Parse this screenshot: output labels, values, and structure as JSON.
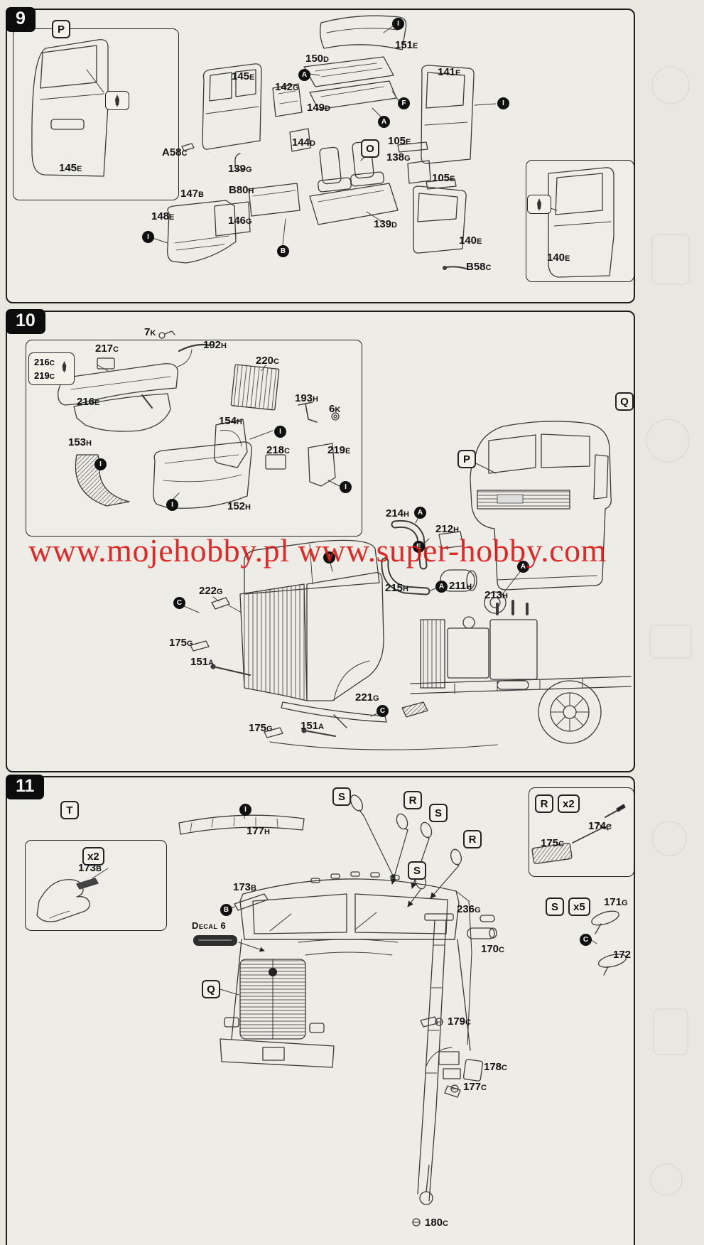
{
  "watermark": "www.mojehobby.pl www.super-hobby.com",
  "symbols": {
    "i": "I",
    "a": "A",
    "b": "B",
    "c": "C",
    "e": "E",
    "f": "F"
  },
  "step9": {
    "number": "9",
    "box_p": "P",
    "box_o": "O",
    "parts": {
      "p151e": {
        "num": "151",
        "suf": "E"
      },
      "p150d": {
        "num": "150",
        "suf": "D"
      },
      "p149d": {
        "num": "149",
        "suf": "D"
      },
      "p145e": {
        "num": "145",
        "suf": "E"
      },
      "p142g": {
        "num": "142",
        "suf": "G"
      },
      "p141e": {
        "num": "141",
        "suf": "E"
      },
      "p144d": {
        "num": "144",
        "suf": "D"
      },
      "pa58c": {
        "num": "A58",
        "suf": "C"
      },
      "p139g": {
        "num": "139",
        "suf": "G"
      },
      "p147b": {
        "num": "147",
        "suf": "B"
      },
      "pb80h": {
        "num": "B80",
        "suf": "H"
      },
      "p148e": {
        "num": "148",
        "suf": "E"
      },
      "p146g": {
        "num": "146",
        "suf": "G"
      },
      "p139d": {
        "num": "139",
        "suf": "D"
      },
      "p105e": {
        "num": "105",
        "suf": "E"
      },
      "p138g": {
        "num": "138",
        "suf": "G"
      },
      "p140e": {
        "num": "140",
        "suf": "E"
      },
      "pb58c": {
        "num": "B58",
        "suf": "C"
      }
    }
  },
  "step10": {
    "number": "10",
    "box_q": "Q",
    "box_p": "P",
    "parts": {
      "p7k": {
        "num": "7",
        "suf": "K"
      },
      "p192h": {
        "num": "192",
        "suf": "H"
      },
      "p217c": {
        "num": "217",
        "suf": "C"
      },
      "p216c": {
        "num": "216",
        "suf": "C"
      },
      "p219c": {
        "num": "219",
        "suf": "C"
      },
      "p220c": {
        "num": "220",
        "suf": "C"
      },
      "p216e": {
        "num": "216",
        "suf": "E"
      },
      "p193h": {
        "num": "193",
        "suf": "H"
      },
      "p6k": {
        "num": "6",
        "suf": "K"
      },
      "p154h": {
        "num": "154",
        "suf": "H"
      },
      "p218c": {
        "num": "218",
        "suf": "C"
      },
      "p219e": {
        "num": "219",
        "suf": "E"
      },
      "p153h": {
        "num": "153",
        "suf": "H"
      },
      "p152h": {
        "num": "152",
        "suf": "H"
      },
      "p214h": {
        "num": "214",
        "suf": "H"
      },
      "p212h": {
        "num": "212",
        "suf": "H"
      },
      "p215h": {
        "num": "215",
        "suf": "H"
      },
      "p211h": {
        "num": "211",
        "suf": "H"
      },
      "p213h": {
        "num": "213",
        "suf": "H"
      },
      "p222g": {
        "num": "222",
        "suf": "G"
      },
      "p175g": {
        "num": "175",
        "suf": "G"
      },
      "p151a": {
        "num": "151",
        "suf": "A"
      },
      "p221g": {
        "num": "221",
        "suf": "G"
      }
    }
  },
  "step11": {
    "number": "11",
    "box_t": "T",
    "box_q": "Q",
    "box_s": "S",
    "box_r": "R",
    "x2": "x2",
    "x5": "x5",
    "decal_label": "Decal 6",
    "parts": {
      "p177h": {
        "num": "177",
        "suf": "H"
      },
      "p173b": {
        "num": "173",
        "suf": "B"
      },
      "p236g": {
        "num": "236",
        "suf": "G"
      },
      "p170c": {
        "num": "170",
        "suf": "C"
      },
      "p179c": {
        "num": "179",
        "suf": "C"
      },
      "p178c": {
        "num": "178",
        "suf": "C"
      },
      "p177c": {
        "num": "177",
        "suf": "C"
      },
      "p180c": {
        "num": "180",
        "suf": "C"
      },
      "p174c": {
        "num": "174",
        "suf": "C"
      },
      "p175c": {
        "num": "175",
        "suf": "C"
      },
      "p171g": {
        "num": "171",
        "suf": "G"
      },
      "p172": {
        "num": "172",
        "suf": ""
      }
    }
  }
}
